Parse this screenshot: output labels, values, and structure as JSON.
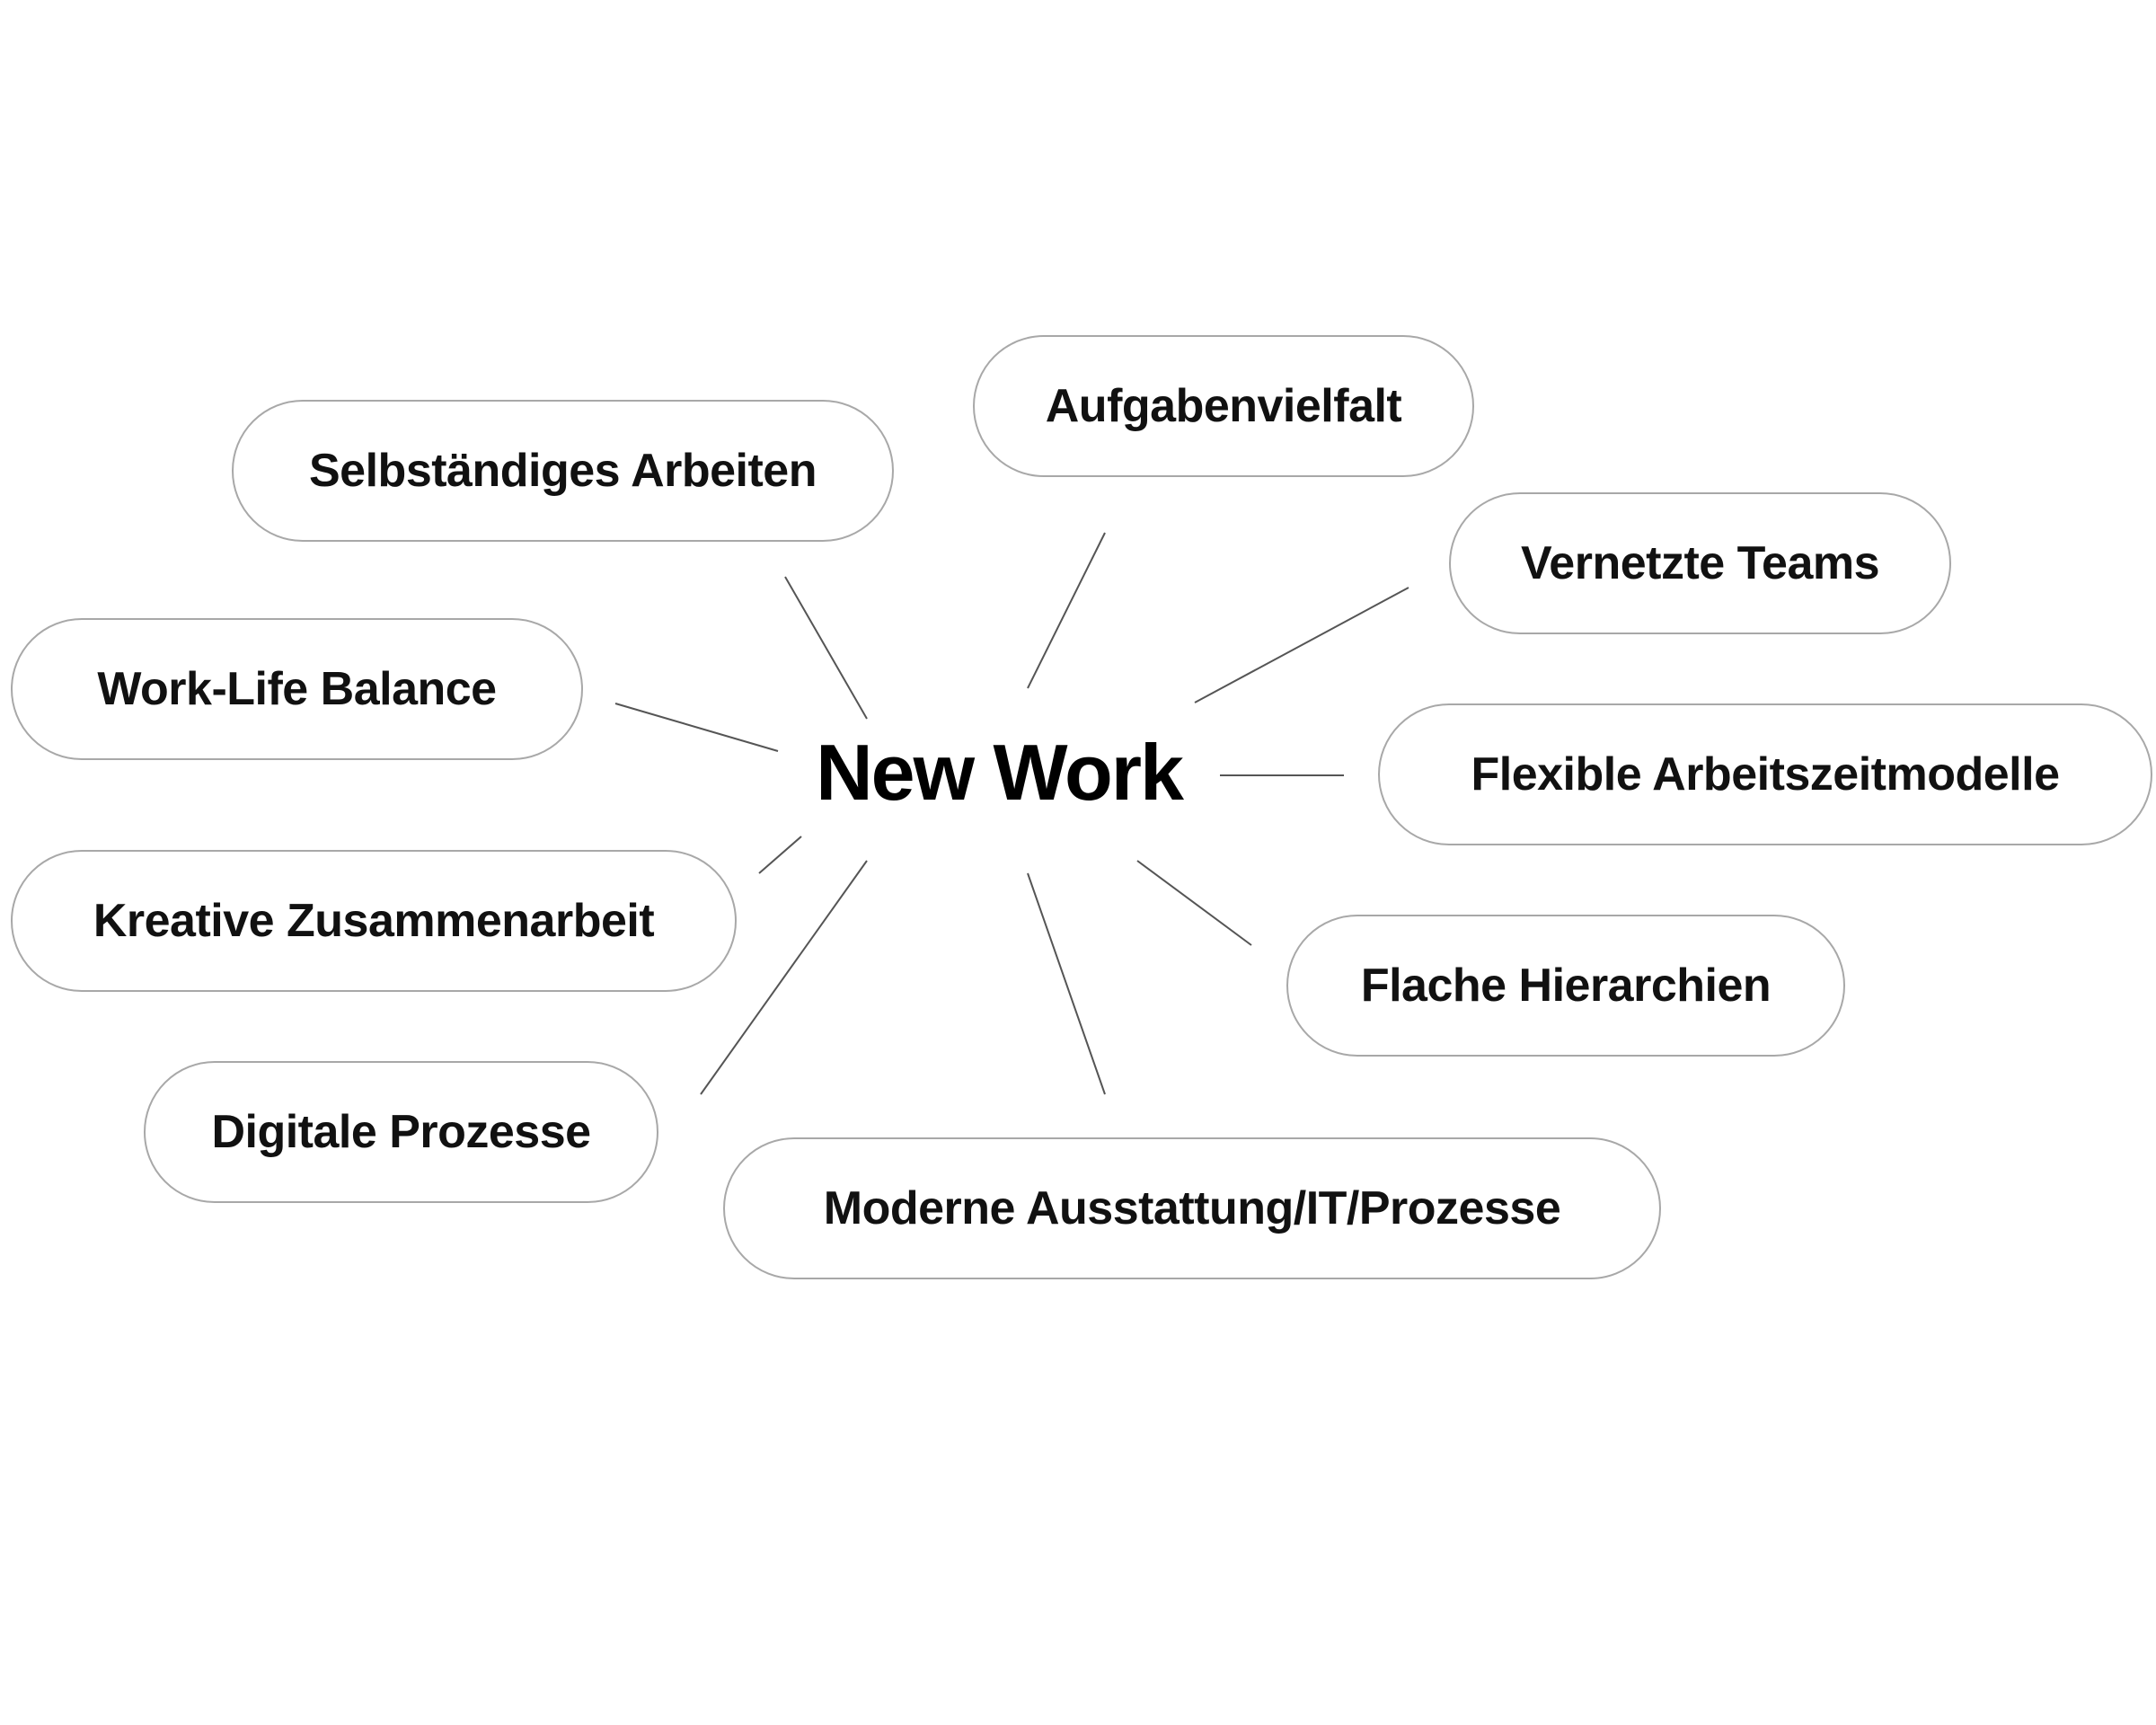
{
  "center": "New Work",
  "nodes": [
    "Selbständiges Arbeiten",
    "Aufgabenvielfalt",
    "Vernetzte Teams",
    "Work-Life Balance",
    "Flexible Arbeitszeitmodelle",
    "Kreative Zusammenarbeit",
    "Flache Hierarchien",
    "Digitale Prozesse",
    "Moderne Ausstattung/IT/Prozesse"
  ]
}
